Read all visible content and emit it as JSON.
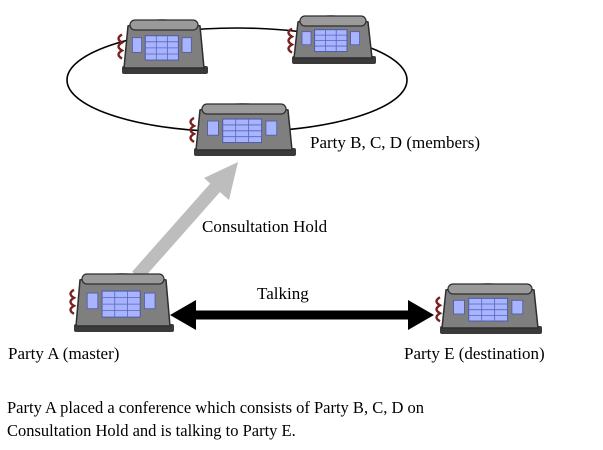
{
  "labels": {
    "members": "Party B, C, D (members)",
    "consultation_hold": "Consultation Hold",
    "talking": "Talking",
    "master": "Party A (master)",
    "destination": "Party E (destination)"
  },
  "caption": {
    "line1": "Party A placed a conference which consists of Party B, C, D on",
    "line2": "Consultation Hold and is talking to Party E."
  },
  "colors": {
    "phone_body": "#7f7f7f",
    "phone_top": "#9a9a9a",
    "keypad": "#a8b4ff",
    "cord": "#7a2020",
    "hold_arrow": "#bdbdbd",
    "talk_arrow": "#000000"
  }
}
